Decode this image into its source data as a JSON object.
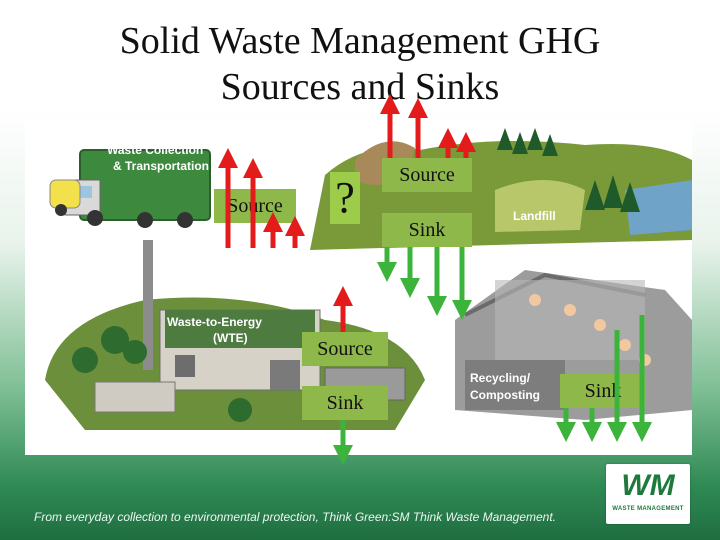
{
  "slide": {
    "title_line1": "Solid Waste Management GHG",
    "title_line2": "Sources and Sinks"
  },
  "scene": {
    "collection_label_1": "Waste Collection",
    "collection_label_2": "& Transportation",
    "landfill_label": "Landfill",
    "wte_label_1": "Waste-to-Energy",
    "wte_label_2": "(WTE)",
    "recycling_label_1": "Recycling/",
    "recycling_label_2": "Composting"
  },
  "tags": {
    "collection_source": "Source",
    "landfill_question": "?",
    "landfill_source": "Source",
    "landfill_sink": "Sink",
    "wte_source": "Source",
    "wte_sink": "Sink",
    "recycling_sink": "Sink"
  },
  "colors": {
    "source_arrow": "#e31b1b",
    "sink_arrow": "#3cb43c",
    "tag_bg": "#8fb84a",
    "brand_green": "#1d7a3c",
    "brand_gold": "#e0a81a"
  },
  "footer": {
    "tagline": "From everyday collection to environmental protection, Think Green:SM Think Waste Management.",
    "logo_text": "WM",
    "logo_subtext": "WASTE MANAGEMENT"
  }
}
